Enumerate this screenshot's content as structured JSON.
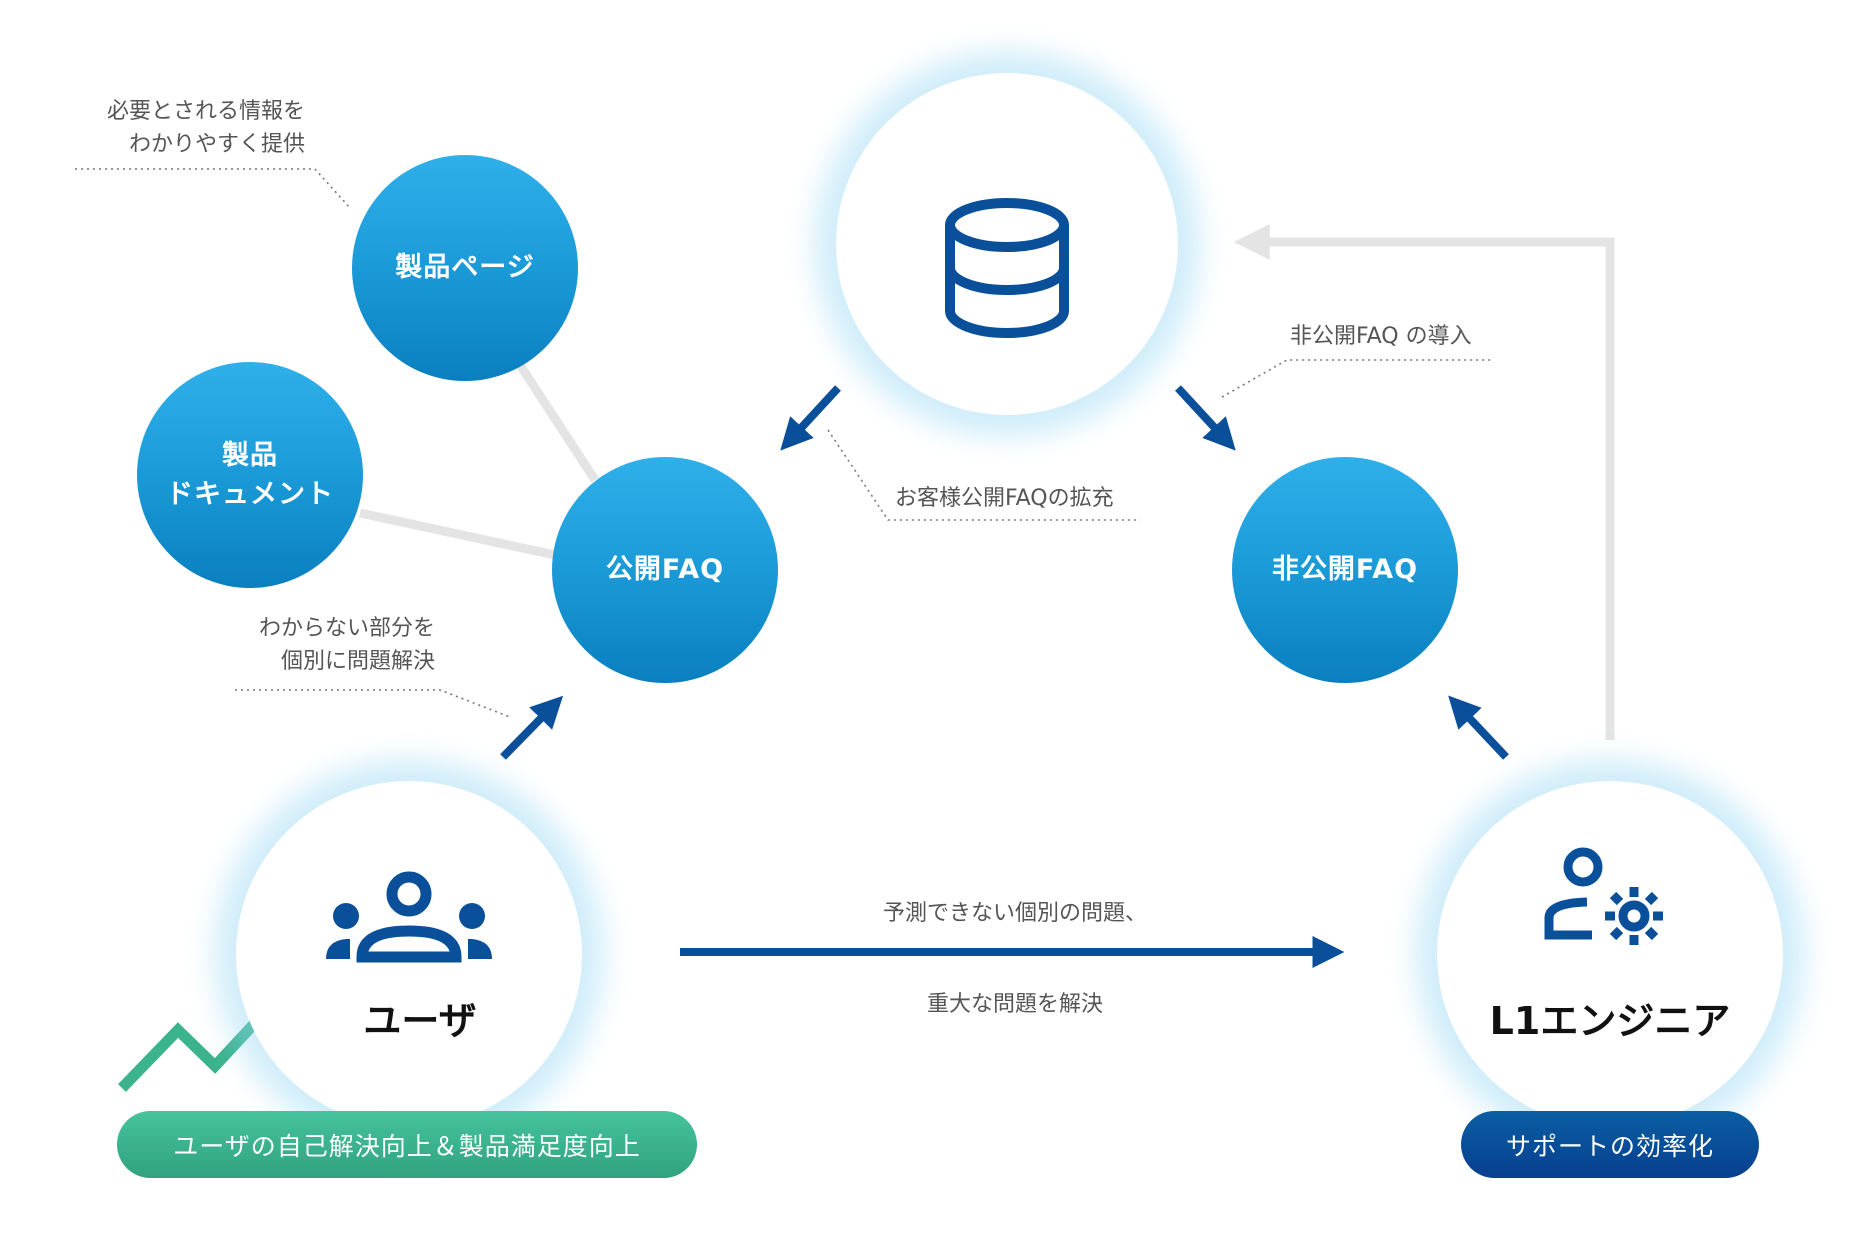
{
  "nodes": {
    "product_page": {
      "label": "製品ページ"
    },
    "product_docs": {
      "label_line1": "製品",
      "label_line2": "ドキュメント"
    },
    "public_faq": {
      "label": "公開FAQ"
    },
    "private_faq": {
      "label": "非公開FAQ"
    },
    "database": {
      "icon": "database-icon"
    },
    "user": {
      "label": "ユーザ",
      "icon": "users-group-icon"
    },
    "engineer": {
      "label": "L1エンジニア",
      "icon": "user-gear-icon"
    }
  },
  "notes": {
    "product_info_line1": "必要とされる情報を",
    "product_info_line2": "わかりやすく提供",
    "individual_line1": "わからない部分を",
    "individual_line2": "個別に問題解決",
    "expand_public_faq": "お客様公開FAQの拡充",
    "introduce_private_faq": "非公開FAQ の導入",
    "center_top": "予測できない個別の問題、",
    "center_bottom": "重大な問題を解決"
  },
  "badges": {
    "user_outcome": "ユーザの自己解決向上＆製品満足度向上",
    "engineer_outcome": "サポートの効率化"
  },
  "colors": {
    "node_blue": "#1b9ad8",
    "arrow_blue": "#0a4f9a",
    "connector_gray": "#e4e4e4",
    "badge_green": "#3bb38d",
    "badge_blue": "#084a97",
    "trend_green": "#3bb38d"
  }
}
